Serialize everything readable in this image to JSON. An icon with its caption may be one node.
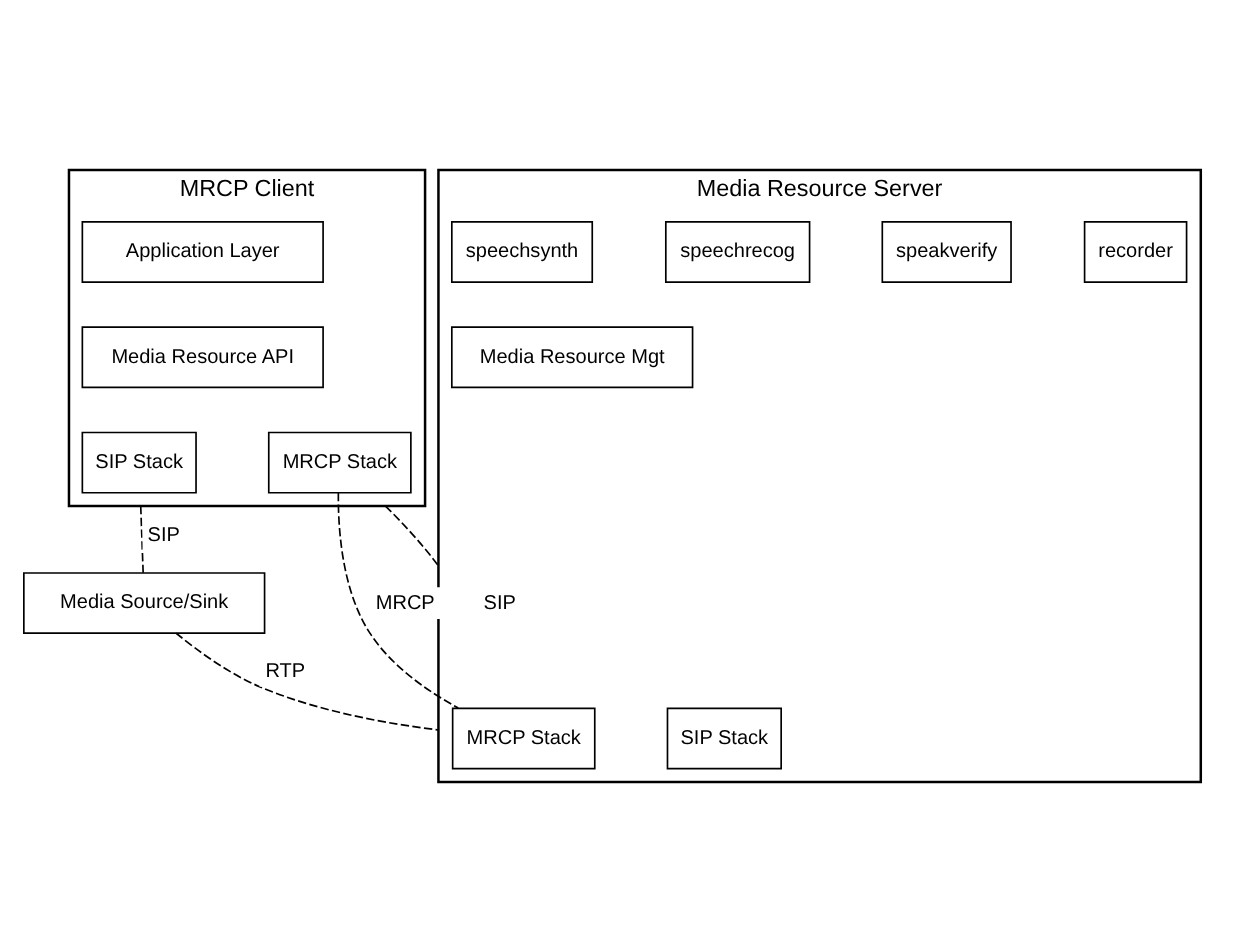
{
  "diagram": {
    "nodes": [
      {
        "text": [
          "MRCP Client"
        ]
      },
      {
        "text": [
          "Application Layer"
        ],
        "in": 0
      },
      {
        "text": [
          "Media Resource API"
        ],
        "in": 0
      },
      {
        "text": [
          "SIP Stack"
        ],
        "in": 0
      },
      {
        "text": [
          "MRCP Stack"
        ],
        "in": 0
      },
      {
        "text": [
          "Media Resource Server"
        ]
      },
      {
        "text": [
          "speechsynth"
        ],
        "in": 5
      },
      {
        "text": [
          "speechrecog"
        ],
        "in": 5
      },
      {
        "text": [
          "speakverify"
        ],
        "in": 5
      },
      {
        "text": [
          "recorder"
        ],
        "in": 5
      },
      {
        "text": [
          "Media Resource Mgt"
        ],
        "in": 5
      },
      {
        "text": [
          "MRCP Stack"
        ],
        "in": 5
      },
      {
        "text": [
          "SIP Stack"
        ],
        "in": 5
      },
      {
        "text": [
          "Media Source/Sink"
        ]
      }
    ],
    "edges": [
      {
        "from": 4,
        "to": 11,
        "arrow": "none",
        "label": "MRCP",
        "style": "dashed"
      },
      {
        "from": 0,
        "to": 5,
        "arrow": "none",
        "label": "SIP",
        "style": "dashed"
      },
      {
        "from": 0,
        "to": 13,
        "arrow": "none",
        "label": "SIP",
        "style": "dashed"
      },
      {
        "from": 13,
        "to": 5,
        "arrow": "none",
        "label": "RTP",
        "style": "dashed"
      }
    ]
  }
}
